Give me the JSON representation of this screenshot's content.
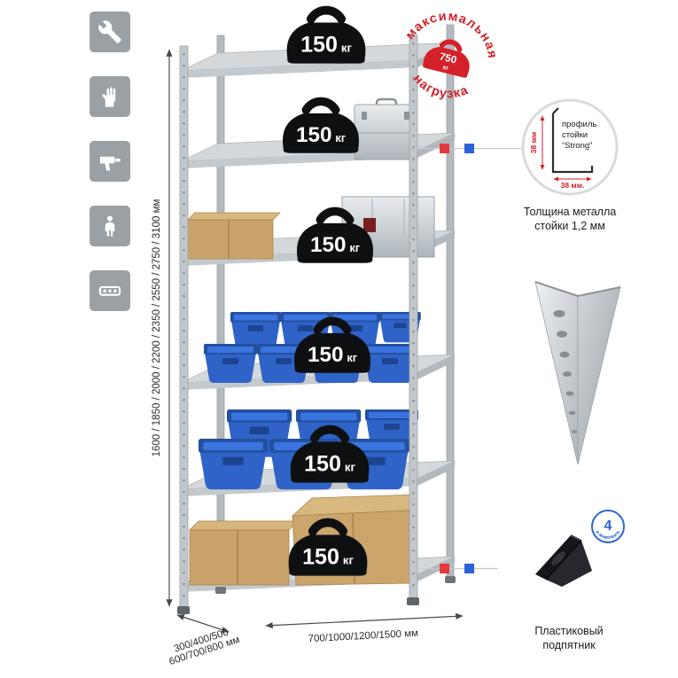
{
  "stamp": {
    "arc_top": "максимальная",
    "arc_bottom": "нагрузка",
    "weight_value": "750",
    "weight_unit": "кг"
  },
  "rack": {
    "shelves": [
      {
        "load_value": "150",
        "load_unit": "кг"
      },
      {
        "load_value": "150",
        "load_unit": "кг"
      },
      {
        "load_value": "150",
        "load_unit": "кг"
      },
      {
        "load_value": "150",
        "load_unit": "кг"
      },
      {
        "load_value": "150",
        "load_unit": "кг"
      },
      {
        "load_value": "150",
        "load_unit": "кг"
      }
    ]
  },
  "profile_detail": {
    "label_line1": "профиль",
    "label_line2": "стойки",
    "label_line3": "“Strong”",
    "dim_vertical": "38 мм",
    "dim_horizontal": "38 мм.",
    "caption_line1": "Толщина металла",
    "caption_line2": "стойки 1,2 мм"
  },
  "dimensions": {
    "height": "1600 / 1850 / 2000 / 2200 / 2350 / 2550 / 2750 / 3100 мм",
    "depth_line1": "300/400/500",
    "depth_line2": "600/700/800 мм",
    "width": "700/1000/1200/1500 мм"
  },
  "foot": {
    "badge_value": "4",
    "badge_text": "в комплекте",
    "caption_line1": "Пластиковый",
    "caption_line2": "подпятник"
  },
  "feature_icons": [
    "wrench",
    "gloves",
    "drill",
    "person",
    "perforated-profile"
  ],
  "colors": {
    "accent_red": "#d32029",
    "accent_blue": "#2b62d9",
    "bin_blue": "#2f63c8"
  }
}
